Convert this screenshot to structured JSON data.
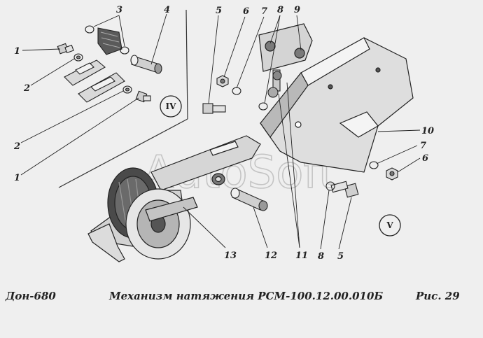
{
  "caption": {
    "model": "Дон-680",
    "title": "Механизм натяжения РСМ-100.12.00.010Б",
    "figure": "Рис.  29"
  },
  "watermark": "AutoSoft",
  "views": {
    "left": "IV",
    "right": "V"
  },
  "callouts": {
    "c1a": "1",
    "c2a": "2",
    "c3": "3",
    "c4": "4",
    "c2b": "2",
    "c1b": "1",
    "c5a": "5",
    "c6a": "6",
    "c7a": "7",
    "c8a": "8",
    "c9": "9",
    "c10": "10",
    "c7b": "7",
    "c6b": "6",
    "c13": "13",
    "c12": "12",
    "c11": "11",
    "c8b": "8",
    "c5b": "5"
  }
}
